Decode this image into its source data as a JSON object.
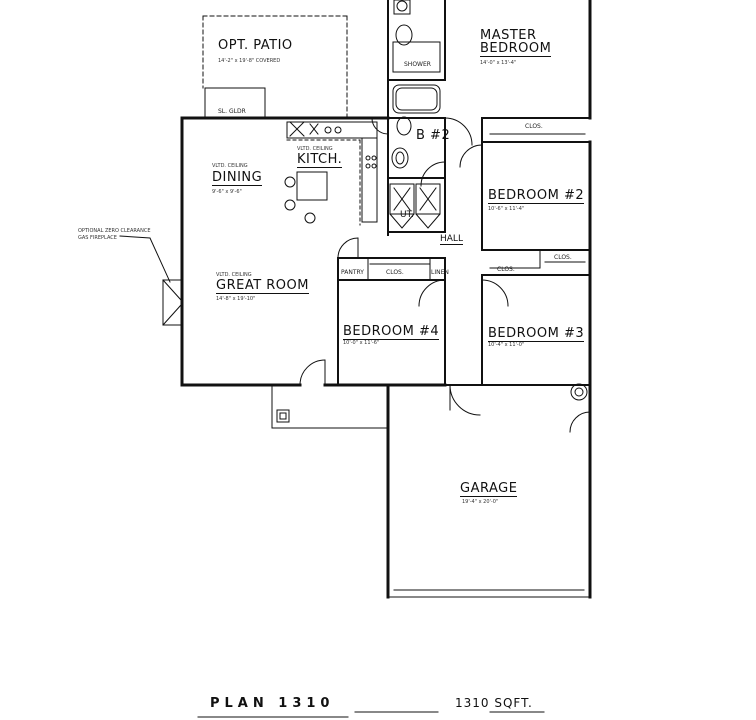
{
  "plan": {
    "title": "PLAN 1310",
    "sqft": "1310 SQFT."
  },
  "rooms": {
    "patio": {
      "name": "OPT. PATIO",
      "dims": "14'-2\" x 19'-8\" COVERED"
    },
    "sliding_door": "SL. GLDR",
    "kitchen": {
      "ceiling": "VLTD. CEILING",
      "name": "KITCH."
    },
    "dining": {
      "ceiling": "VLTD. CEILING",
      "name": "DINING",
      "dims": "9'-6\" x 9'-6\""
    },
    "great_room": {
      "ceiling": "VLTD. CEILING",
      "name": "GREAT ROOM",
      "dims": "14'-8\" x 19'-10\""
    },
    "fireplace_note": [
      "OPTIONAL ZERO CLEARANCE",
      "GAS FIREPLACE"
    ],
    "master": {
      "name_line1": "MASTER",
      "name_line2": "BEDROOM",
      "dims": "14'-0\" x 13'-4\""
    },
    "shower": "SHOWER",
    "bath2": "B #2",
    "utility": "UT.",
    "hall": "HALL",
    "bedroom2": {
      "name": "BEDROOM #2",
      "dims": "10'-6\" x 11'-4\""
    },
    "bedroom3": {
      "name": "BEDROOM #3",
      "dims": "10'-4\" x 11'-0\""
    },
    "bedroom4": {
      "name": "BEDROOM #4",
      "dims": "10'-0\" x 11'-6\""
    },
    "garage": {
      "name": "GARAGE",
      "dims": "19'-4\" x 20'-0\""
    },
    "pantry": "PANTRY",
    "linen": "LINEN",
    "closets": {
      "master": "CLOS.",
      "bed2": "CLOS.",
      "bed3": "CLOS.",
      "bed4": "CLOS."
    }
  }
}
